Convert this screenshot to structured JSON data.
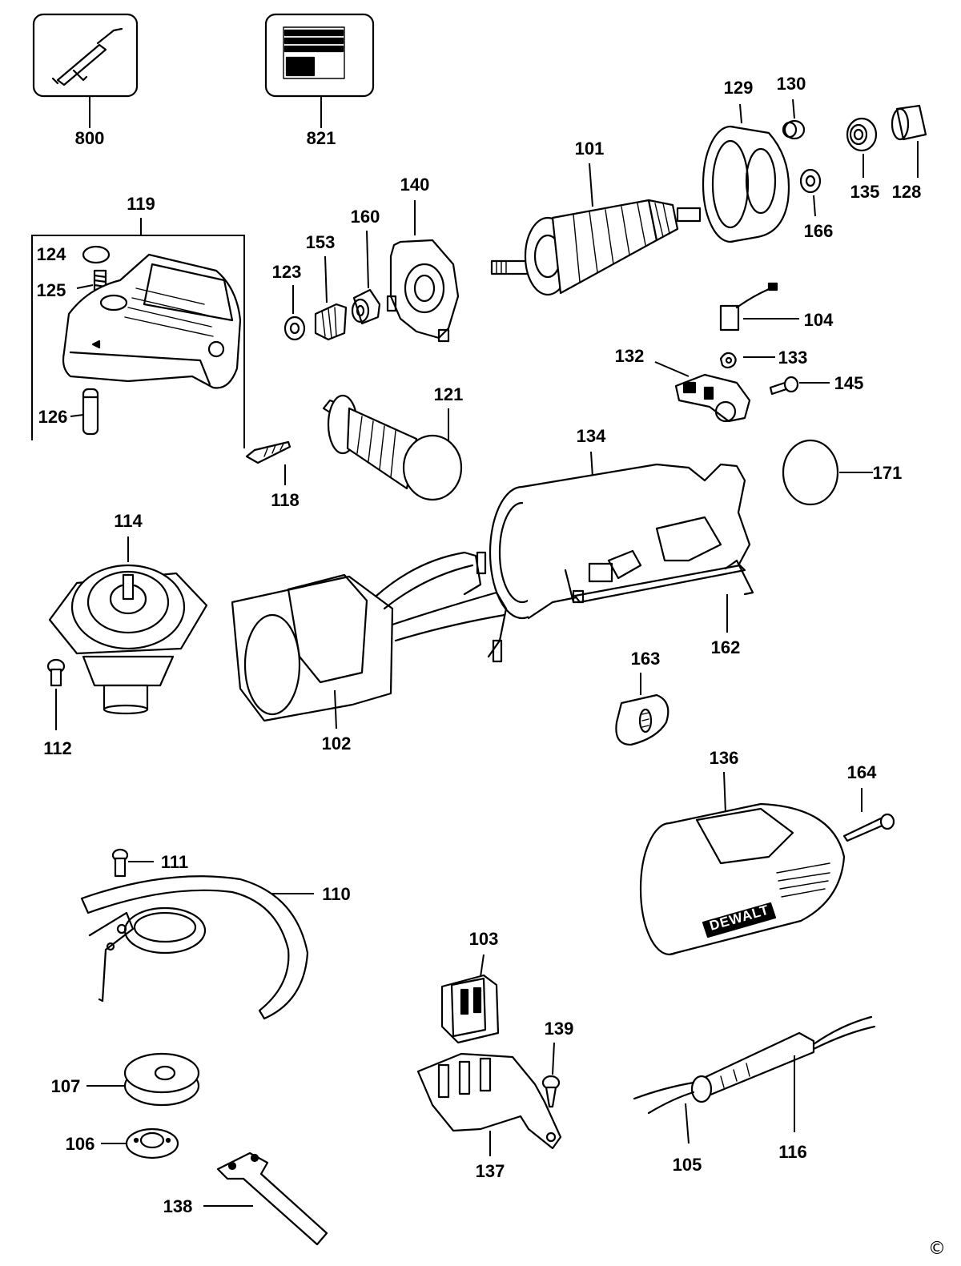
{
  "labels": {
    "p800": "800",
    "p821": "821",
    "p119": "119",
    "p124": "124",
    "p125": "125",
    "p126": "126",
    "p118": "118",
    "p123": "123",
    "p153": "153",
    "p160": "160",
    "p140": "140",
    "p101": "101",
    "p129": "129",
    "p130": "130",
    "p135": "135",
    "p128": "128",
    "p166": "166",
    "p104": "104",
    "p132": "132",
    "p133": "133",
    "p145": "145",
    "p121": "121",
    "p134": "134",
    "p171": "171",
    "p114": "114",
    "p112": "112",
    "p102": "102",
    "p162": "162",
    "p163": "163",
    "p136": "136",
    "p164": "164",
    "p111": "111",
    "p110": "110",
    "p107": "107",
    "p106": "106",
    "p138": "138",
    "p103": "103",
    "p139": "139",
    "p137": "137",
    "p105": "105",
    "p116": "116"
  },
  "brand": "DEWALT",
  "copyright": "©"
}
